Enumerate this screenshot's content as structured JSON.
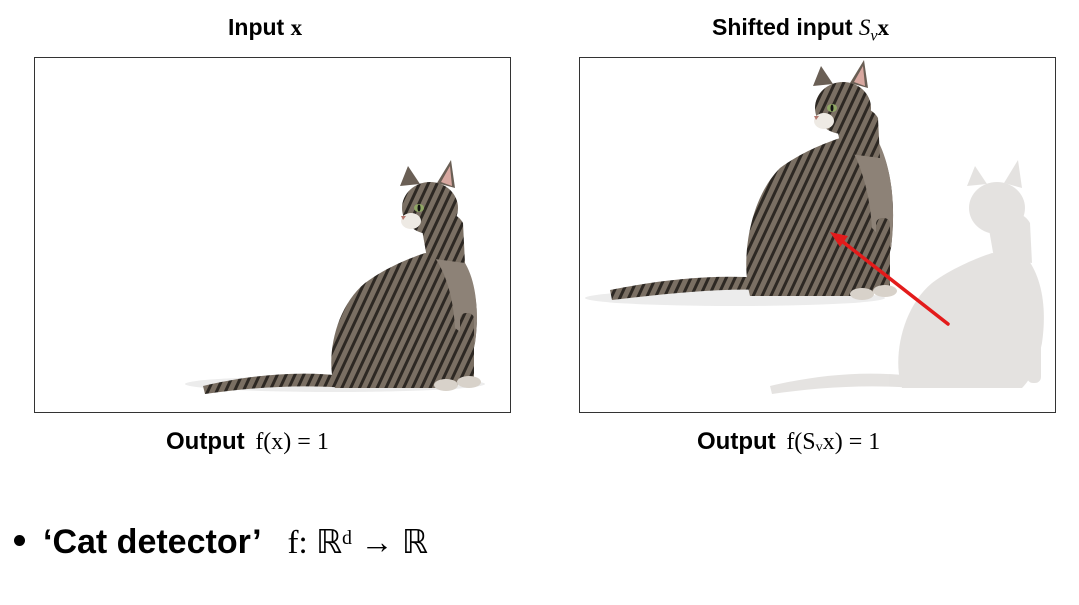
{
  "left_panel": {
    "title_word": "Input",
    "title_symbol": "x",
    "output_word": "Output",
    "output_formula": "f(x) = 1"
  },
  "right_panel": {
    "title_word": "Shifted input",
    "title_symbol_S": "S",
    "title_symbol_sub": "v",
    "title_symbol_x": "x",
    "output_word": "Output",
    "output_formula": "f(Sᵥx) = 1"
  },
  "bullet": {
    "label": "‘Cat detector’",
    "formula": "f: ℝᵈ → ℝ"
  },
  "colors": {
    "arrow": "#e31b1b",
    "frame_border": "#333333",
    "cat_fur": "#6f655b"
  },
  "icons": {
    "cat": "cat-photo",
    "ghost_cat": "faded-cat-photo",
    "arrow": "shift-arrow"
  }
}
